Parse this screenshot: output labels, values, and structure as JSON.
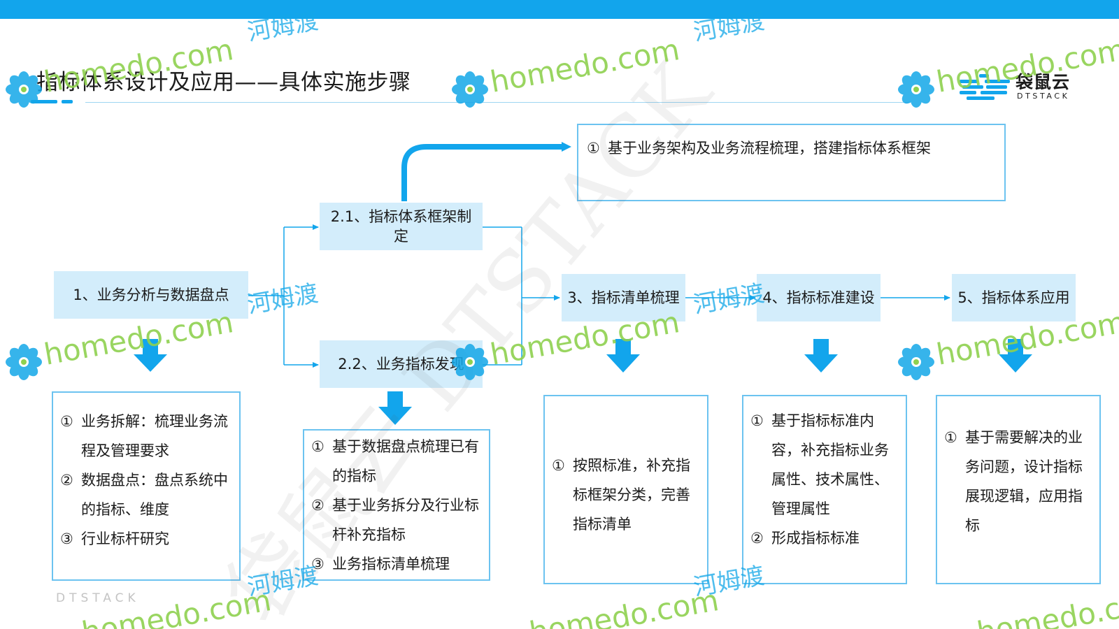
{
  "header": {
    "title": "指标体系设计及应用——具体实施步骤",
    "logo_cn": "袋鼠云",
    "logo_en": "DTSTACK",
    "accent_color": "#12a5ec"
  },
  "steps": {
    "s1": "1、业务分析与数据盘点",
    "s21": "2.1、指标体系框架制定",
    "s22": "2.2、业务指标发现",
    "s3": "3、指标清单梳理",
    "s4": "4、指标标准建设",
    "s5": "5、指标体系应用"
  },
  "details": {
    "top": {
      "items": [
        {
          "num": "①",
          "text": "基于业务架构及业务流程梳理，搭建指标体系框架"
        }
      ]
    },
    "d1": {
      "items": [
        {
          "num": "①",
          "text": "业务拆解：梳理业务流程及管理要求"
        },
        {
          "num": "②",
          "text": "数据盘点：盘点系统中的指标、维度"
        },
        {
          "num": "③",
          "text": "行业标杆研究"
        }
      ]
    },
    "d22": {
      "items": [
        {
          "num": "①",
          "text": "基于数据盘点梳理已有的指标"
        },
        {
          "num": "②",
          "text": "基于业务拆分及行业标杆补充指标"
        },
        {
          "num": "③",
          "text": "业务指标清单梳理"
        }
      ]
    },
    "d3": {
      "items": [
        {
          "num": "①",
          "text": "按照标准，补充指标框架分类，完善指标清单"
        }
      ]
    },
    "d4": {
      "items": [
        {
          "num": "①",
          "text": "基于指标标准内容，补充指标业务属性、技术属性、管理属性"
        },
        {
          "num": "②",
          "text": "形成指标标准"
        }
      ]
    },
    "d5": {
      "items": [
        {
          "num": "①",
          "text": "基于需要解决的业务问题，设计指标展现逻辑，应用指标"
        }
      ]
    }
  },
  "footer": {
    "brand": "DTSTACK"
  },
  "watermark": {
    "site": "homedo.com",
    "cn": "河姆渡",
    "diagonal": "袋鼠云 DTSTACK",
    "green": "#8fd14f",
    "blue": "#14a7e8",
    "flower_icon": "flower-icon"
  }
}
